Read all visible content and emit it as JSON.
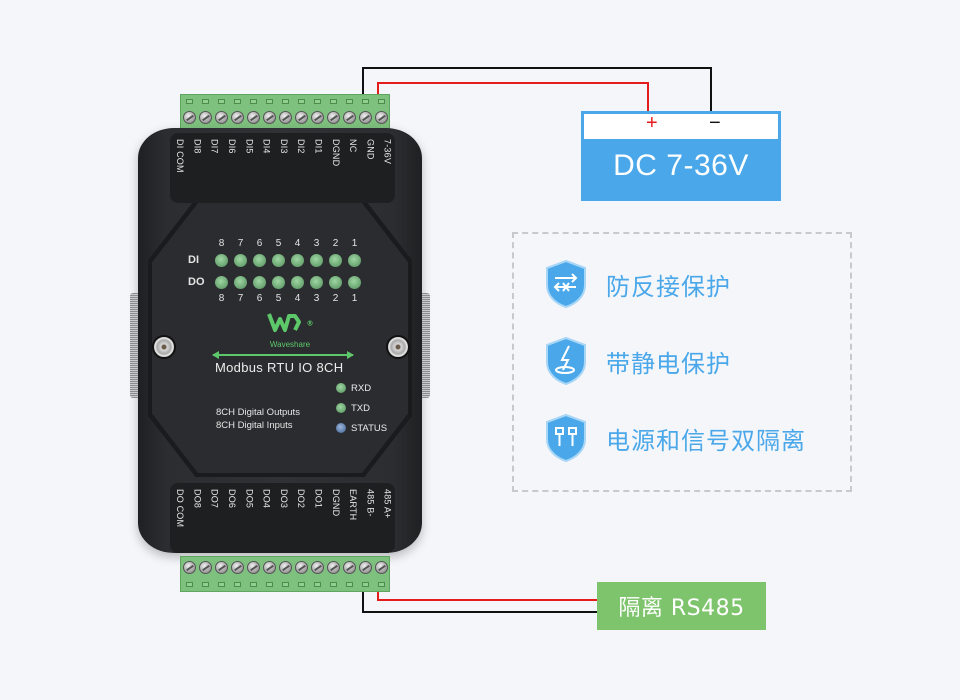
{
  "device": {
    "top_terminal_labels": [
      "DI COM",
      "DI8",
      "DI7",
      "DI6",
      "DI5",
      "DI4",
      "DI3",
      "DI2",
      "DI1",
      "DGND",
      "NC",
      "GND",
      "7-36V"
    ],
    "bottom_terminal_labels": [
      "DO COM",
      "DO8",
      "DO7",
      "DO6",
      "DO5",
      "DO4",
      "DO3",
      "DO2",
      "DO1",
      "DGND",
      "EARTH",
      "485 B-",
      "485 A+"
    ],
    "led_numbers": [
      "8",
      "7",
      "6",
      "5",
      "4",
      "3",
      "2",
      "1"
    ],
    "di_label": "DI",
    "do_label": "DO",
    "logo_mark": "W∩",
    "logo_registered": "®",
    "brand": "Waveshare",
    "model": "Modbus RTU IO 8CH",
    "desc_lines": [
      "8CH Digital Outputs",
      "8CH Digital Inputs"
    ],
    "status_leds": [
      {
        "label": "RXD",
        "color": "#6fae78"
      },
      {
        "label": "TXD",
        "color": "#6fae78"
      },
      {
        "label": "STATUS",
        "color": "#5e7fb0"
      }
    ]
  },
  "power": {
    "plus": "+",
    "minus": "−",
    "label": "DC 7-36V",
    "color": "#4aa8ea"
  },
  "features": [
    {
      "icon": "reverse-polarity-shield-icon",
      "text": "防反接保护"
    },
    {
      "icon": "esd-shield-icon",
      "text": "带静电保护"
    },
    {
      "icon": "isolation-shield-icon",
      "text": "电源和信号双隔离"
    }
  ],
  "rs485": {
    "label": "隔离 RS485",
    "color": "#7ec46d"
  },
  "colors": {
    "background": "#f5f6fa",
    "accent_blue": "#4aa8ea",
    "wire_red": "#e41c1c",
    "wire_black": "#111111",
    "terminal_green": "#7ec07e",
    "brand_green": "#5cc86a"
  }
}
